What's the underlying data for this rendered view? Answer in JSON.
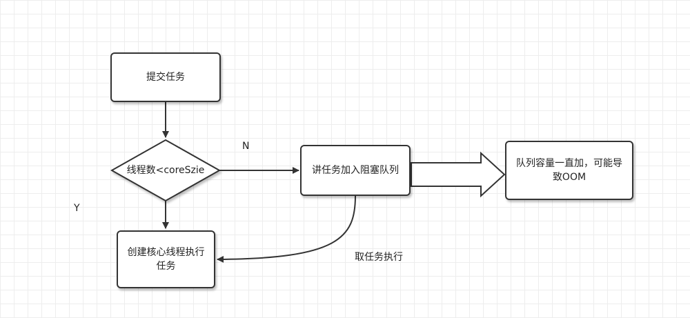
{
  "nodes": {
    "submit": "提交任务",
    "decision": "线程数<coreSzie",
    "enqueue": "讲任务加入阻塞队列",
    "create_core": "创建核心线程执行任务",
    "oom": "队列容量一直加，可能导致OOM"
  },
  "edge_labels": {
    "no": "N",
    "yes": "Y",
    "take_task": "取任务执行"
  }
}
